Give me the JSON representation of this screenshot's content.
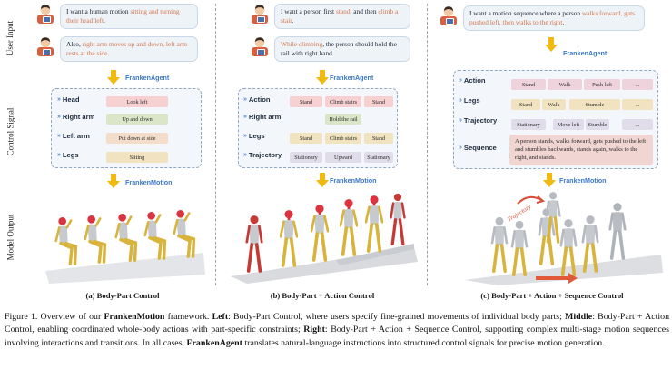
{
  "row_labels": {
    "input": "User Input",
    "signal": "Control Signal",
    "output": "Model Output"
  },
  "agent_label": "FrankenAgent",
  "motion_label": "FrankenMotion",
  "col1": {
    "msg1": {
      "a": "I want a human motion ",
      "b": "sitting and turning their head left",
      "c": "."
    },
    "msg2": {
      "a": "Also, ",
      "b": "right arm moves up and down, left arm rests at the side",
      "c": "."
    },
    "signals": [
      {
        "label": "Head",
        "chip": "Look left"
      },
      {
        "label": "Right arm",
        "chip": "Up and down"
      },
      {
        "label": "Left arm",
        "chip": "Put down at side"
      },
      {
        "label": "Legs",
        "chip": "Sitting"
      }
    ],
    "subcaption": "(a) Body-Part Control"
  },
  "col2": {
    "msg1": {
      "a": "I want a person first ",
      "b": "stand",
      "c": ", and then ",
      "d": "climb a stair",
      "e": "."
    },
    "msg2": {
      "a": "While climbing",
      "b": ", the person should hold the rail with right hand."
    },
    "signals": [
      {
        "label": "Action",
        "chips": [
          "Stand",
          "Climb stairs",
          "Stand"
        ]
      },
      {
        "label": "Right arm",
        "chips": [
          "Hold the rail"
        ]
      },
      {
        "label": "Legs",
        "chips": [
          "Stand",
          "Climb stairs",
          "Stand"
        ]
      },
      {
        "label": "Trajectory",
        "chips": [
          "Stationary",
          "Upward",
          "Stationary"
        ]
      }
    ],
    "subcaption": "(b) Body-Part + Action Control"
  },
  "col3": {
    "msg1": {
      "a": "I want a motion sequence where a person ",
      "b": "walks forward, gets pushed left, then walks to the right",
      "c": "."
    },
    "signals": [
      {
        "label": "Action",
        "chips": [
          "Stand",
          "Walk",
          "Push left",
          "..."
        ]
      },
      {
        "label": "Legs",
        "chips": [
          "Stand",
          "Walk",
          "Stumble",
          "..."
        ]
      },
      {
        "label": "Trajectory",
        "chips": [
          "Stationary",
          "Move left",
          "Stumble",
          "..."
        ]
      }
    ],
    "sequence_label": "Sequence",
    "sequence_text": "A person stands, walks forward, gets pushed to the left and stumbles backwards, stands again, walks to the right, and stands.",
    "trajectory_tag": "Trajectory",
    "subcaption": "(c) Body-Part + Action + Sequence Control"
  },
  "caption": {
    "p1": "Figure 1. Overview of our ",
    "b1": "FrankenMotion",
    "p2": " framework. ",
    "b2": "Left",
    "p3": ": Body-Part Control, where users specify fine-grained movements of individual body parts; ",
    "b3": "Middle",
    "p4": ": Body-Part + Action Control, enabling coordinated whole-body actions with part-specific constraints; ",
    "b4": "Right",
    "p5": ": Body-Part + Action + Sequence Control, supporting complex multi-stage motion sequences involving interactions and transitions. In all cases, ",
    "b5": "FrankenAgent",
    "p6": " translates natural-language instructions into structured control signals for precise motion generation."
  },
  "colors": {
    "agent": "#3b78c6",
    "highlight": "#d4774e",
    "arrow": "#f2b90f",
    "head": "#d9343f",
    "arm": "#d8b43c",
    "torso": "#bfc3c8",
    "red": "#c63a36"
  }
}
